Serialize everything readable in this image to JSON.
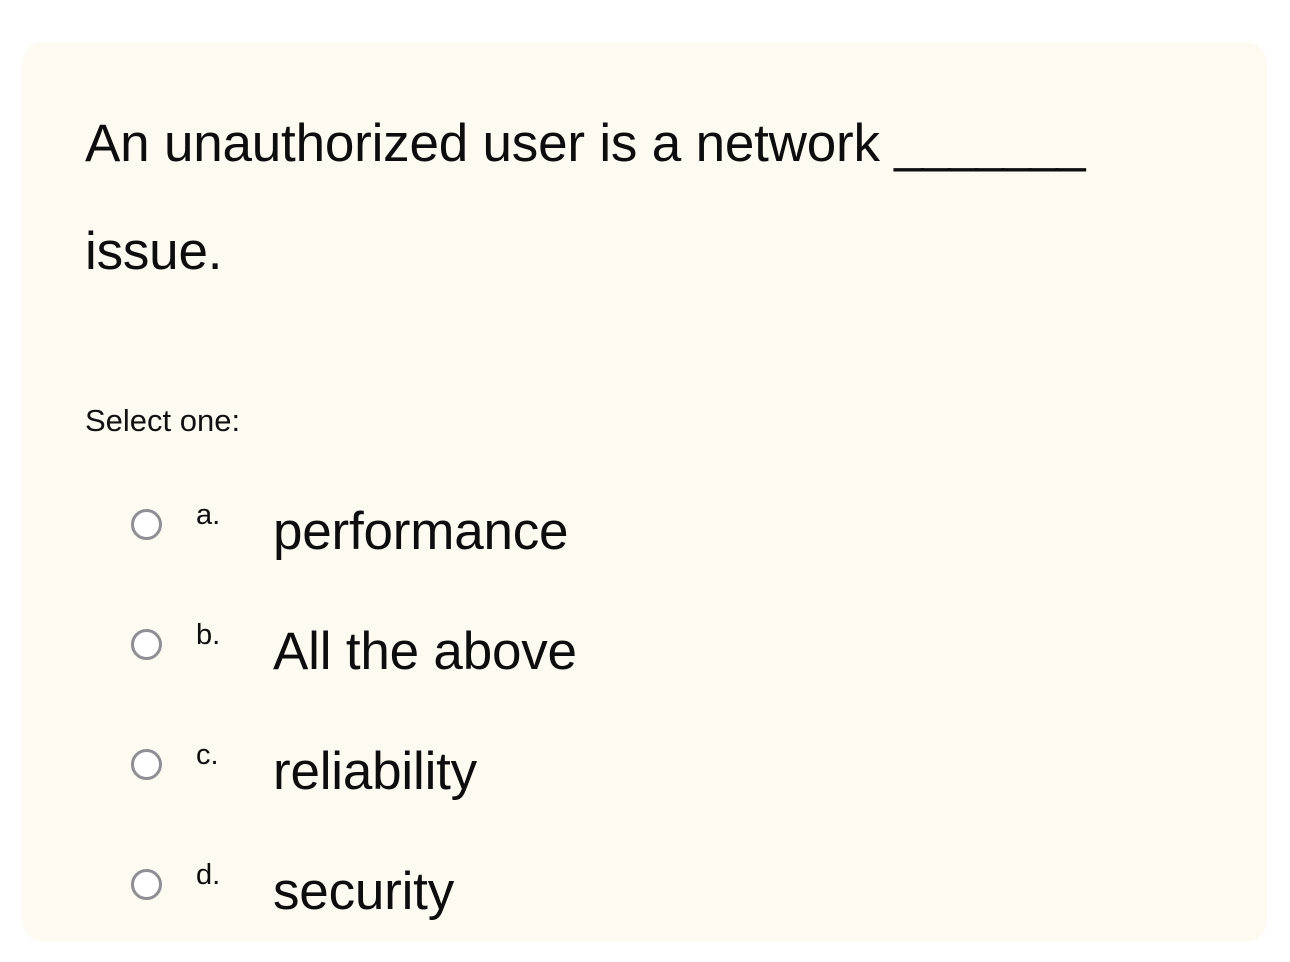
{
  "card": {
    "background_color": "#fdfaf1",
    "page_background_color": "#ffffff"
  },
  "question": {
    "text_before_blank": "An unauthorized user is a network ",
    "blank": "_______",
    "text_after_blank": " issue.",
    "full_text": "An unauthorized user is a network _______ issue."
  },
  "instruction": {
    "label": "Select one:"
  },
  "options": [
    {
      "letter": "a.",
      "label": "performance",
      "selected": false,
      "icon": "radio-unchecked-icon"
    },
    {
      "letter": "b.",
      "label": "All the above",
      "selected": false,
      "icon": "radio-unchecked-icon"
    },
    {
      "letter": "c.",
      "label": "reliability",
      "selected": false,
      "icon": "radio-unchecked-icon"
    },
    {
      "letter": "d.",
      "label": "security",
      "selected": false,
      "icon": "radio-unchecked-icon"
    }
  ],
  "colors": {
    "text": "#0d0d0d",
    "radio_border": "#8e8e93",
    "radio_fill": "#ffffff"
  }
}
